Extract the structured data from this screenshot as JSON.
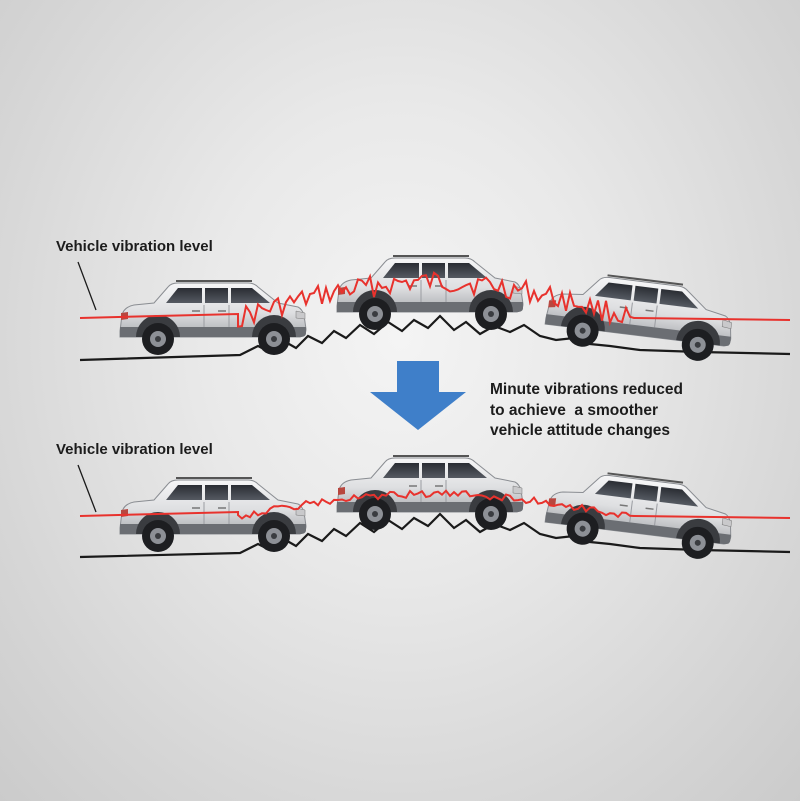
{
  "panels": {
    "before": {
      "label": "Vehicle vibration level"
    },
    "after": {
      "label": "Vehicle vibration level"
    }
  },
  "caption": {
    "lines": [
      "Minute vibrations reduced",
      "to achieve  a smoother",
      "vehicle attitude changes"
    ]
  },
  "colors": {
    "vibration_line": "#e8322d",
    "arrow": "#3f7fc9",
    "terrain": "#1a1a1a",
    "vehicle_body": "#e6e6e8",
    "text": "#1c1c1c"
  },
  "icons": [
    "suv-vehicle-icon",
    "down-arrow-icon"
  ]
}
